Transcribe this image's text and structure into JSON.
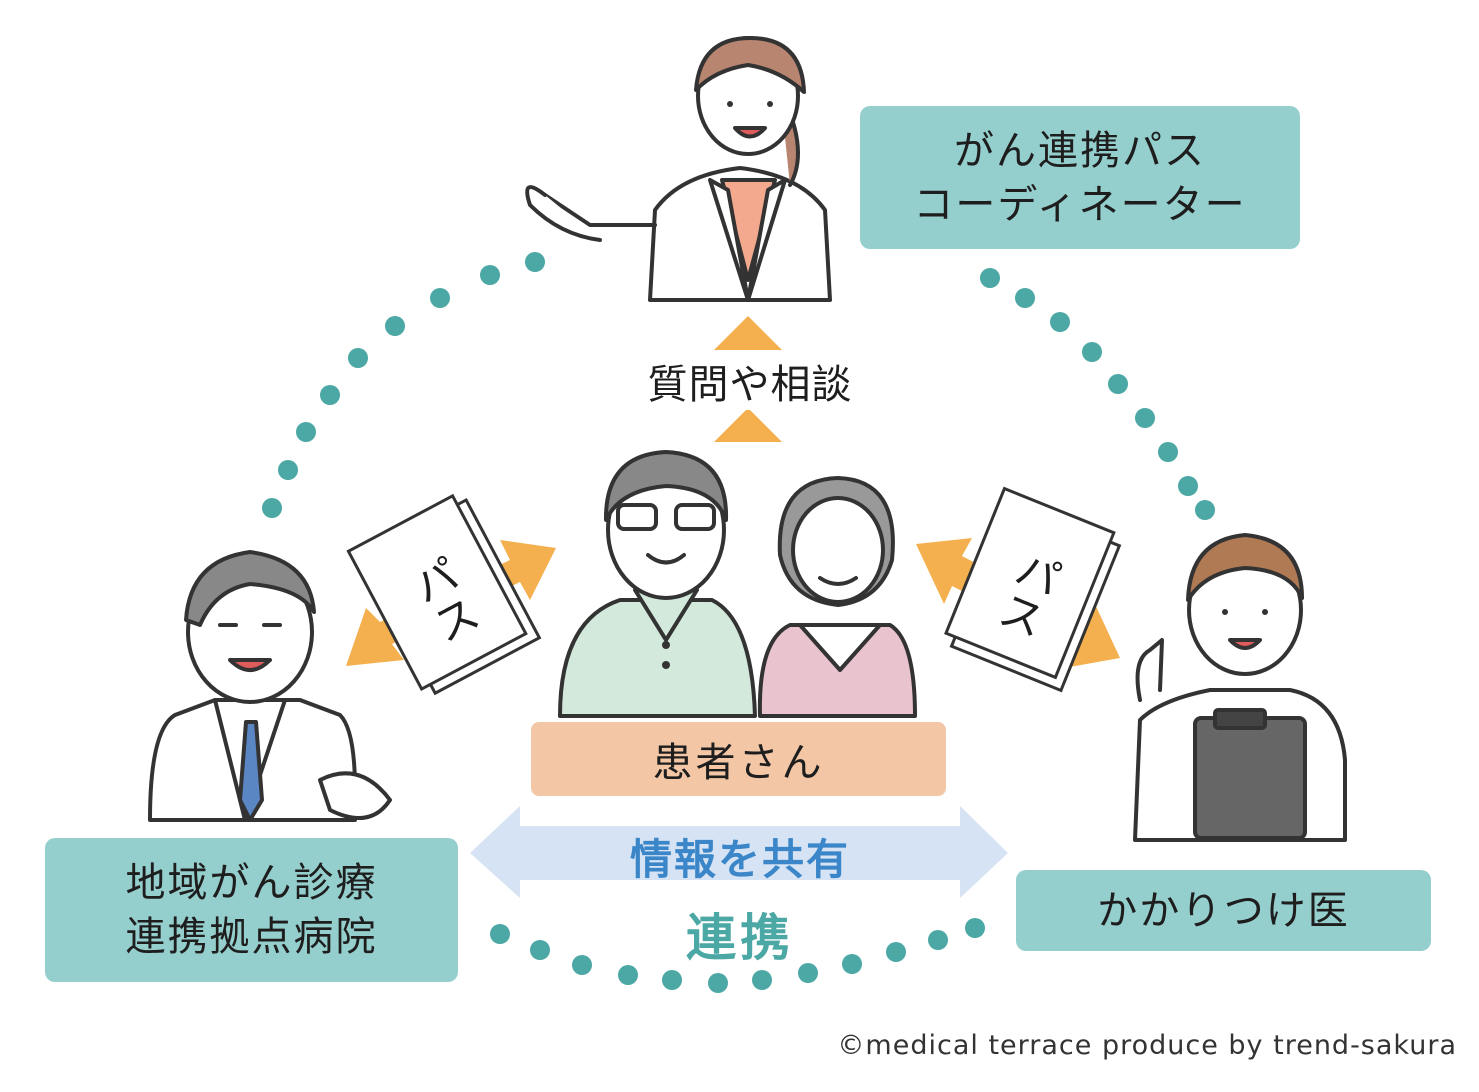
{
  "roles": {
    "coordinator": [
      "がん連携パス",
      "コーディネーター"
    ],
    "hospital": [
      "地域がん診療",
      "連携拠点病院"
    ],
    "gp": "かかりつけ医",
    "patient": "患者さん"
  },
  "question_label": "質問や相談",
  "share_label": "情報を共有",
  "collaboration_label": "連携",
  "document_label": "パス",
  "copyright": "©medical terrace produce by trend-sakura",
  "colors": {
    "teal_box": "#95cfcd",
    "dots": "#4ba8a4",
    "arrow_orange": "#f4b04e",
    "share_arrow": "#d5e3f4",
    "share_text": "#3a86c8",
    "patient_box": "#f3c6a6"
  }
}
